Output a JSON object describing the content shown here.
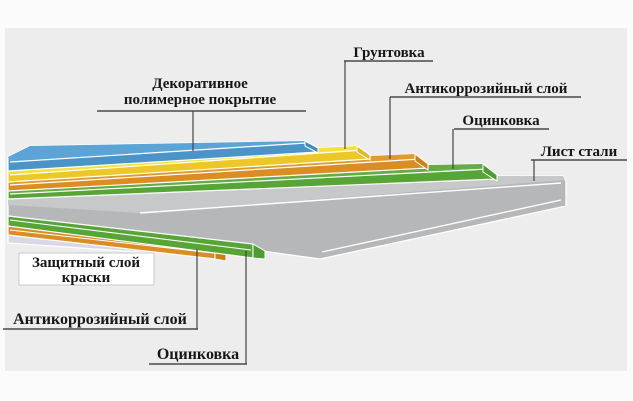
{
  "diagram": {
    "type": "layered-material-cutaway",
    "subject": "Structure of polymer-coated steel sheet",
    "language": "ru",
    "callouts": {
      "decorative": {
        "line1": "Декоративное",
        "line2": "полимерное покрытие"
      },
      "primer": {
        "text": "Грунтовка"
      },
      "anticorrosion_top": {
        "text": "Антикоррозийный слой"
      },
      "zinc_top": {
        "text": "Оцинковка"
      },
      "steel": {
        "text": "Лист стали"
      },
      "paint": {
        "line1": "Защитный слой",
        "line2": "краски"
      },
      "anticorrosion_bottom": {
        "text": "Антикоррозийный слой"
      },
      "zinc_bottom": {
        "text": "Оцинковка"
      }
    },
    "layers_top_to_bottom": [
      {
        "id": "polymer",
        "label": "Декоративное полимерное покрытие",
        "color": "#58a0d2"
      },
      {
        "id": "primer",
        "label": "Грунтовка",
        "color": "#f6e139"
      },
      {
        "id": "anticorrosion_top",
        "label": "Антикоррозийный слой",
        "color": "#dd9027"
      },
      {
        "id": "zinc_top",
        "label": "Оцинковка",
        "color": "#5ca93c"
      },
      {
        "id": "steel",
        "label": "Лист стали",
        "color": "#bdbec0"
      },
      {
        "id": "zinc_bottom",
        "label": "Оцинковка",
        "color": "#5ca93c"
      },
      {
        "id": "anticorrosion_bottom",
        "label": "Антикоррозийный слой",
        "color": "#dd9027"
      },
      {
        "id": "paint",
        "label": "Защитный слой краски",
        "color": "#d9d7e6"
      }
    ],
    "colors": {
      "canvas": "#ededee",
      "frame": "#fbfbfb",
      "blue_top": "#5ca4d6",
      "blue_front": "#4b94c8",
      "blue_cut": "#4489bd",
      "yellow_top": "#f6e139",
      "yellow_front": "#ecc728",
      "yellow_cut": "#e0b81f",
      "orange_top": "#e09b2d",
      "orange_front": "#d98d22",
      "orange_cut": "#cb8118",
      "green_top": "#64ac43",
      "green_front": "#57a437",
      "green_cut": "#4e9c31",
      "steel_top": "#c7c8ca",
      "steel_front": "#b6b7b9",
      "paint_band": "#d9d7e6",
      "edge_white": "#ffffff",
      "leader_line": "#444444",
      "underline": "#2a2a2a",
      "text": "#161616",
      "label_box_fill": "#ffffff",
      "label_box_border": "#c9c9c9"
    }
  }
}
